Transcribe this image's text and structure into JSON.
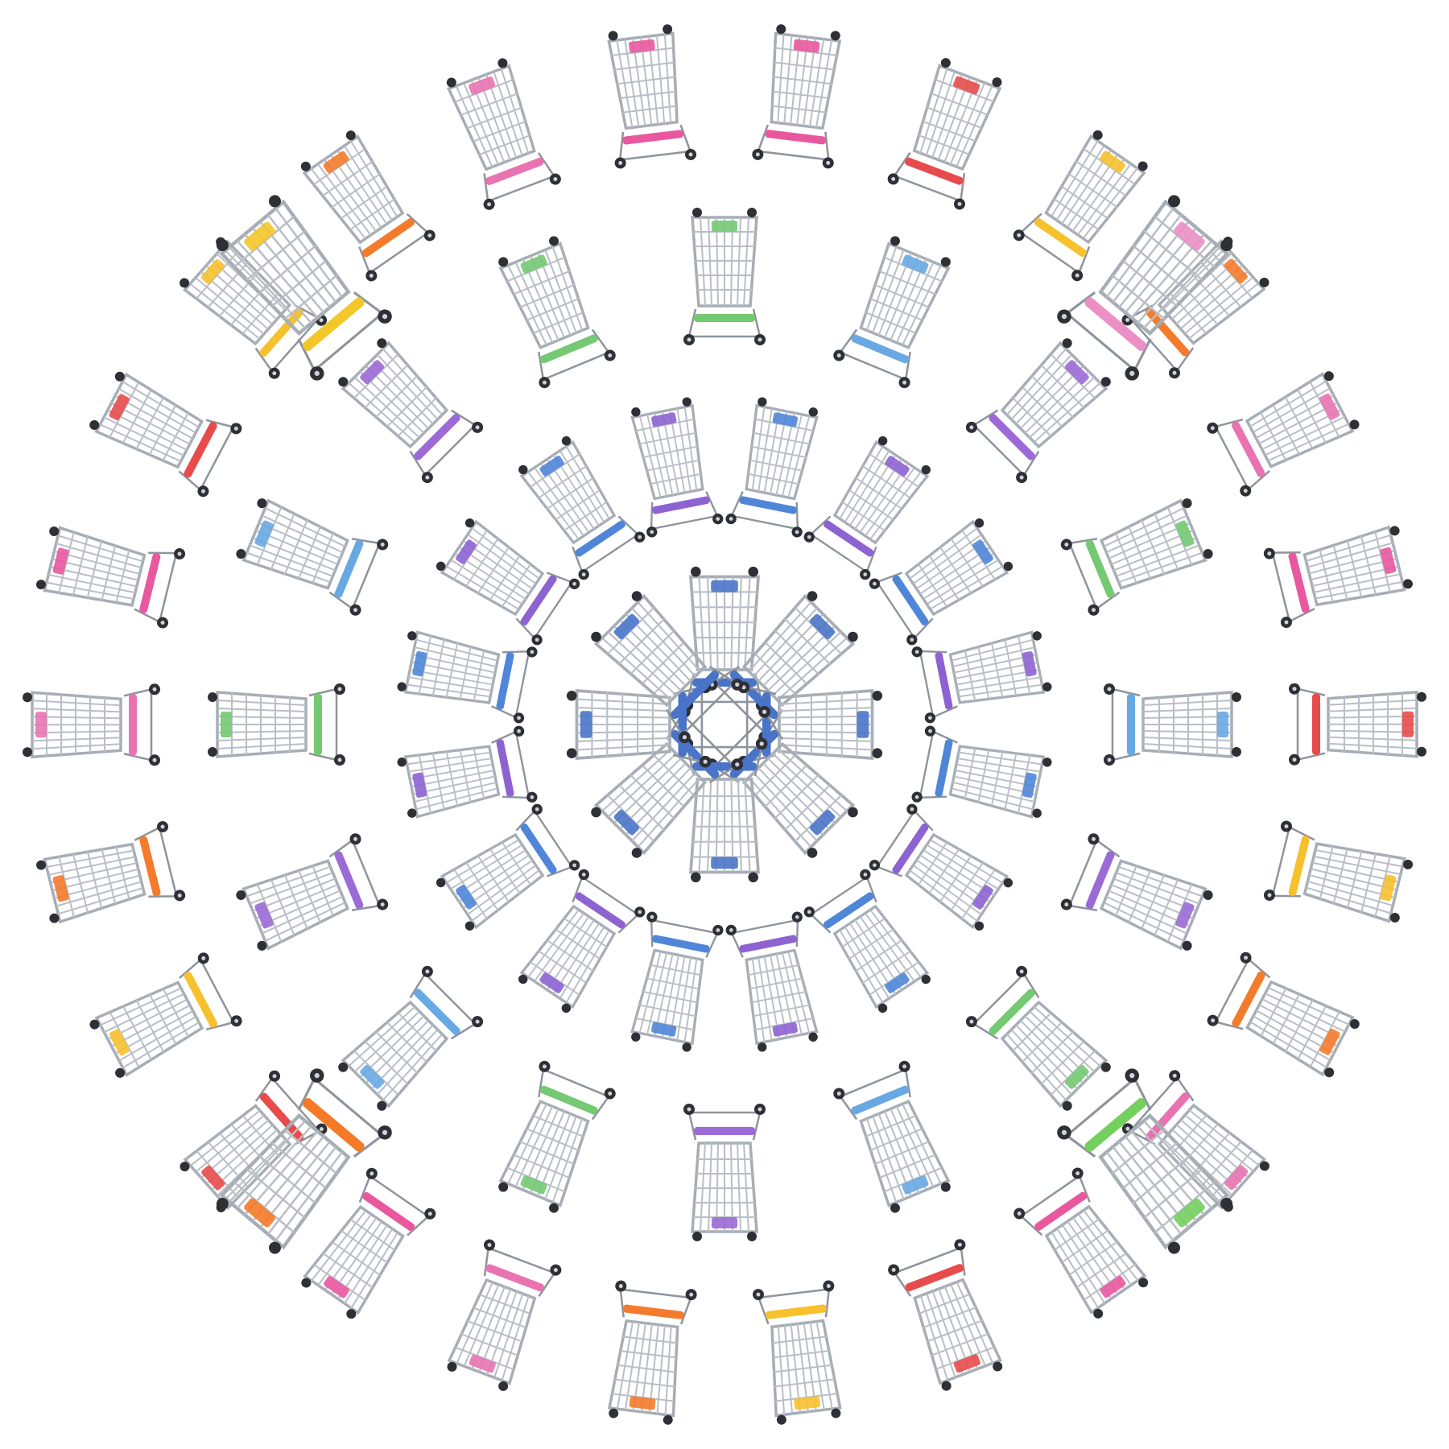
{
  "image": {
    "background": "#ffffff",
    "subject": "mandala",
    "rings": [
      {
        "name": "core",
        "count": 8,
        "colors": [
          "#4a74c8"
        ]
      },
      {
        "name": "ring-1",
        "count": 16,
        "colors": [
          "#4f86d8",
          "#8d63d2"
        ]
      },
      {
        "name": "ring-2",
        "count": 16,
        "colors": [
          "#74c972",
          "#68a8e3",
          "#9b6ad6"
        ]
      },
      {
        "name": "ring-3",
        "count": 26,
        "colors": [
          "#e9589f",
          "#e84b4b",
          "#f6c12d",
          "#f47b2b",
          "#e973b1"
        ]
      }
    ],
    "corner_carts": [
      {
        "name": "top-left",
        "color": "#f3c629"
      },
      {
        "name": "top-right",
        "color": "#eb8fc5"
      },
      {
        "name": "bottom-left",
        "color": "#f47a28"
      },
      {
        "name": "bottom-right",
        "color": "#74cf5e"
      }
    ],
    "palette": {
      "wire": "#b9bec6",
      "wire_dark": "#8e949c",
      "wheel": "#2f3035"
    }
  }
}
